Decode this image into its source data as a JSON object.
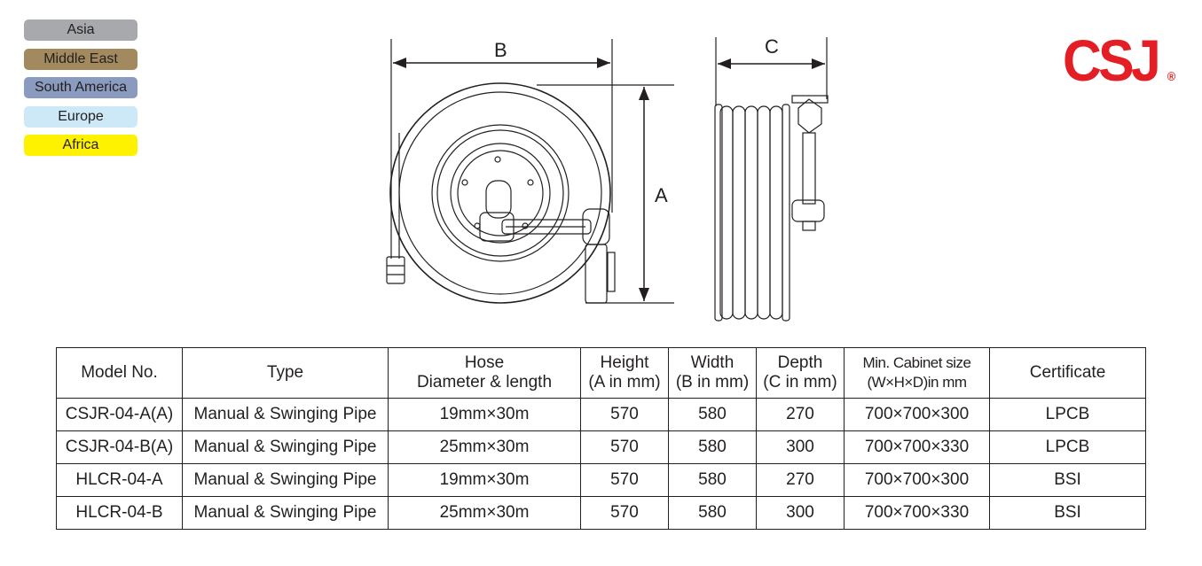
{
  "legend": [
    {
      "label": "Asia",
      "color": "#a7a9ac"
    },
    {
      "label": "Middle East",
      "color": "#a38a5e"
    },
    {
      "label": "South America",
      "color": "#8a9bbf"
    },
    {
      "label": "Europe",
      "color": "#cde9f8"
    },
    {
      "label": "Africa",
      "color": "#fff200"
    }
  ],
  "logo": {
    "text": "CSJ",
    "reg": "®",
    "color": "#e31e24"
  },
  "drawing": {
    "label_b": "B",
    "label_a": "A",
    "label_c": "C"
  },
  "table": {
    "headers": [
      {
        "line1": "Model No.",
        "line2": ""
      },
      {
        "line1": "Type",
        "line2": ""
      },
      {
        "line1": "Hose",
        "line2": "Diameter & length"
      },
      {
        "line1": "Height",
        "line2": "(A in mm)"
      },
      {
        "line1": "Width",
        "line2": "(B in mm)"
      },
      {
        "line1": "Depth",
        "line2": "(C in mm)"
      },
      {
        "line1": "Min. Cabinet size",
        "line2": "(W×H×D)in mm"
      },
      {
        "line1": "Certificate",
        "line2": ""
      }
    ],
    "rows": [
      [
        "CSJR-04-A(A)",
        "Manual & Swinging Pipe",
        "19mm×30m",
        "570",
        "580",
        "270",
        "700×700×300",
        "LPCB"
      ],
      [
        "CSJR-04-B(A)",
        "Manual & Swinging Pipe",
        "25mm×30m",
        "570",
        "580",
        "300",
        "700×700×330",
        "LPCB"
      ],
      [
        "HLCR-04-A",
        "Manual & Swinging Pipe",
        "19mm×30m",
        "570",
        "580",
        "270",
        "700×700×300",
        "BSI"
      ],
      [
        "HLCR-04-B",
        "Manual & Swinging Pipe",
        "25mm×30m",
        "570",
        "580",
        "300",
        "700×700×330",
        "BSI"
      ]
    ]
  }
}
